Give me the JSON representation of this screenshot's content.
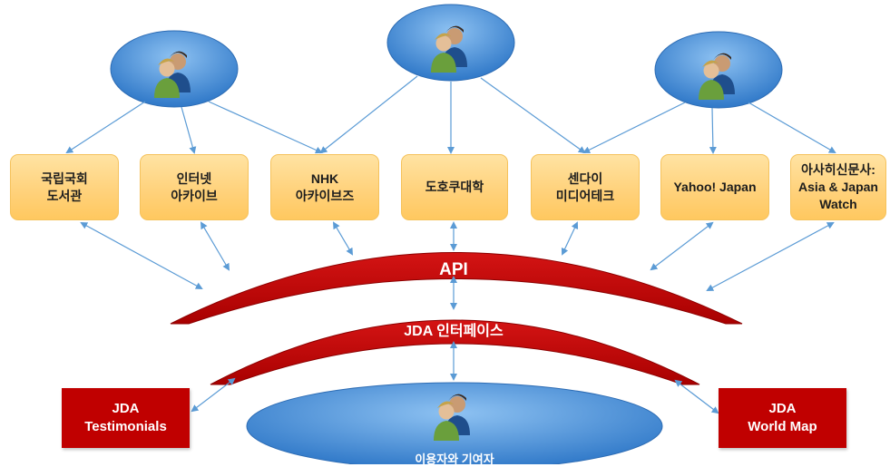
{
  "orgs": [
    {
      "label": "국립국회\n도서관"
    },
    {
      "label": "인터넷\n아카이브"
    },
    {
      "label": "NHK\n아카이브즈"
    },
    {
      "label": "도호쿠대학"
    },
    {
      "label": "센다이\n미디어테크"
    },
    {
      "label": "Yahoo! Japan"
    },
    {
      "label": "아사히신문사:\nAsia & Japan\nWatch"
    }
  ],
  "api": {
    "label": "API"
  },
  "interface": {
    "label": "JDA 인터페이스"
  },
  "testimonials": {
    "label": "JDA\nTestimonials"
  },
  "world_map": {
    "label": "JDA\nWorld Map"
  },
  "users": {
    "label": "이용자와 기여자"
  },
  "colors": {
    "org_fill": "#ffd27c",
    "org_border": "#f5c25c",
    "red": "#c00000",
    "connector": "#5b9bd5",
    "ellipse": "#4f8fd6"
  },
  "icons": [
    "users-icon"
  ]
}
